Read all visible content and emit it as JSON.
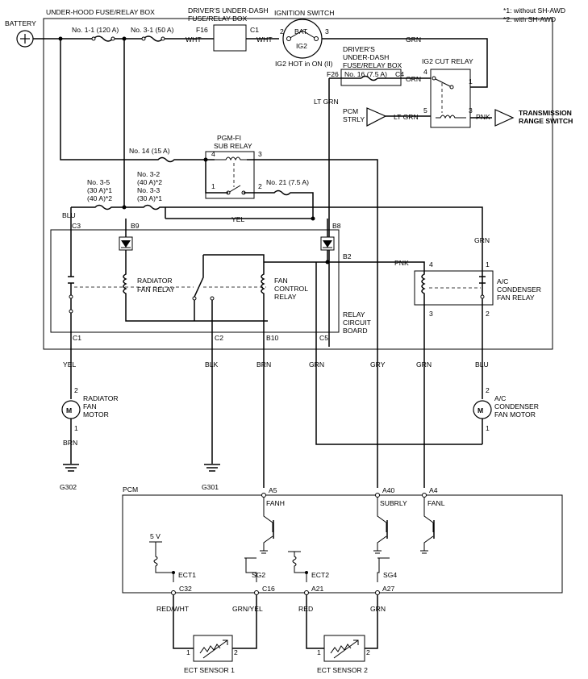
{
  "notes": [
    "*1: without SH-AWD",
    "*2: with SH-AWD"
  ],
  "battery": "BATTERY",
  "underhood_box": "UNDER-HOOD FUSE/RELAY BOX",
  "dash_box_1": [
    "DRIVER'S UNDER-DASH",
    "FUSE/RELAY BOX"
  ],
  "dash_box_2": [
    "DRIVER'S",
    "UNDER-DASH",
    "FUSE/RELAY BOX"
  ],
  "ignition": {
    "title": "IGNITION SWITCH",
    "bat": "BAT",
    "ig2": "IG2",
    "pin_bat": "2",
    "pin_ig2": "3",
    "hot": "IG2 HOT in ON (II)"
  },
  "fuses": {
    "f11": "No. 1-1 (120 A)",
    "f31": "No. 3-1 (50 A)",
    "f16": "No. 16 (7.5 A)",
    "f14": "No. 14 (15 A)",
    "f21": "No. 21 (7.5 A)",
    "f35": [
      "No. 3-5",
      "(30 A)*1",
      "(40 A)*2"
    ],
    "f32": [
      "No. 3-2",
      "(40 A)*2",
      "No. 3-3",
      "(30 A)*1"
    ]
  },
  "connectors": {
    "F16": "F16",
    "C1a": "C1",
    "F26": "F26",
    "C4": "C4",
    "C3": "C3",
    "B9": "B9",
    "B8": "B8",
    "B2": "B2",
    "C1": "C1",
    "C2": "C2",
    "B10": "B10",
    "C5": "C5"
  },
  "wires": {
    "wht1": "WHT",
    "wht2": "WHT",
    "grn_top": "GRN",
    "orn": "ORN",
    "ltgrn_v": "LT GRN",
    "ltgrn_h": "LT GRN",
    "pnk_top": "PNK",
    "yel_h": "YEL",
    "blu": "BLU",
    "grn_right": "GRN",
    "pnk_mid": "PNK",
    "yel": "YEL",
    "blk": "BLK",
    "brn": "BRN",
    "grn1": "GRN",
    "gry": "GRY",
    "grn2": "GRN",
    "blu2": "BLU",
    "brn2": "BRN",
    "redwht": "RED/WHT",
    "grnyel": "GRN/YEL",
    "red": "RED",
    "grn3": "GRN"
  },
  "relays": {
    "ig2cut": "IG2 CUT RELAY",
    "ig2cut_pins": [
      "4",
      "1",
      "5",
      "3"
    ],
    "pgmfi": [
      "PGM-FI",
      "SUB RELAY"
    ],
    "pgmfi_pins": [
      "4",
      "3",
      "1",
      "2"
    ],
    "radiator": [
      "RADIATOR",
      "FAN RELAY"
    ],
    "fan_control": [
      "FAN",
      "CONTROL",
      "RELAY"
    ],
    "ac_condenser": [
      "A/C",
      "CONDENSER",
      "FAN RELAY"
    ],
    "ac_pins": [
      "4",
      "1",
      "3",
      "2"
    ],
    "circuit_board": [
      "RELAY",
      "CIRCUIT",
      "BOARD"
    ]
  },
  "pcm_strly": [
    "PCM",
    "STRLY"
  ],
  "transmission": [
    "TRANSMISSION",
    "RANGE SWITCH"
  ],
  "motors": {
    "radiator": [
      "RADIATOR",
      "FAN",
      "MOTOR"
    ],
    "ac": [
      "A/C",
      "CONDENSER",
      "FAN MOTOR"
    ],
    "m": "M",
    "pins": [
      "2",
      "1",
      "2",
      "1"
    ]
  },
  "grounds": [
    "G302",
    "G301"
  ],
  "pcm": {
    "label": "PCM",
    "pins": [
      "A5",
      "A40",
      "A4"
    ],
    "signals": [
      "FANH",
      "SUBRLY",
      "FANL"
    ],
    "five_v": "5 V",
    "ect_pins": [
      "ECT1",
      "SG2",
      "ECT2",
      "SG4"
    ],
    "ect_conn": [
      "C32",
      "C16",
      "A21",
      "A27"
    ]
  },
  "sensors": {
    "s1": "ECT SENSOR 1",
    "s2": "ECT SENSOR 2",
    "pins": [
      "1",
      "2",
      "1",
      "2"
    ]
  }
}
